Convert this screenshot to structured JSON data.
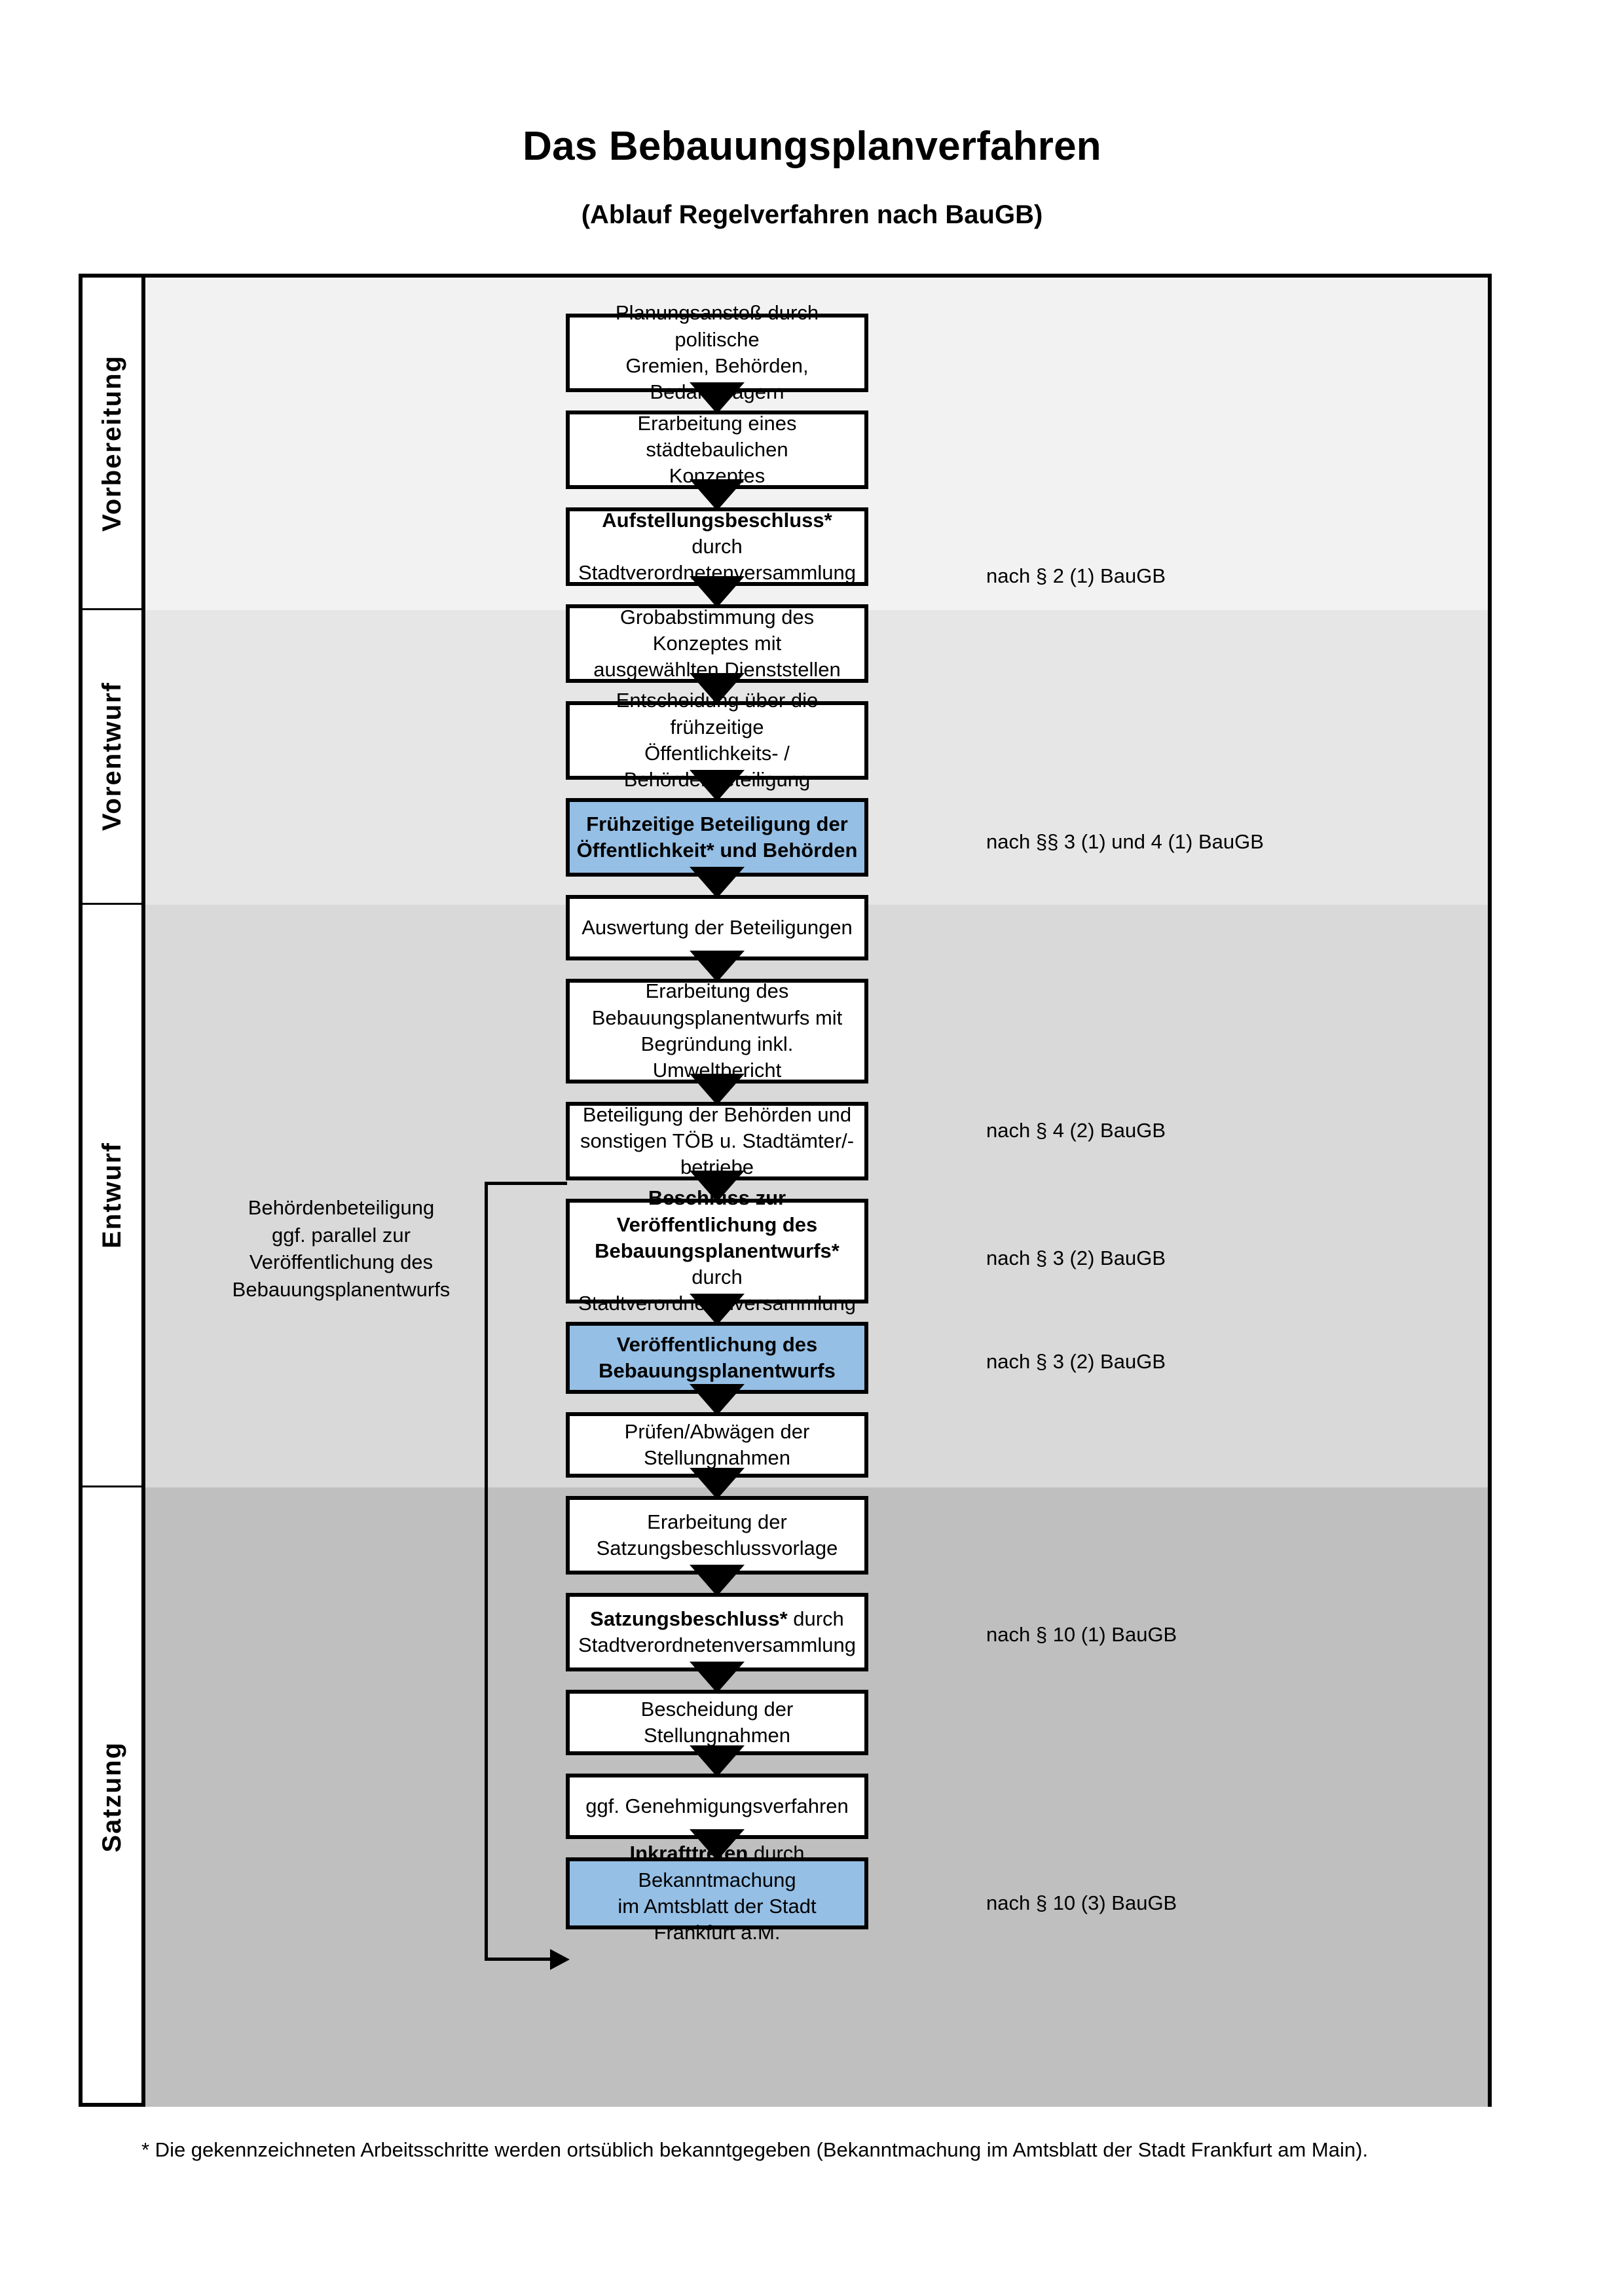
{
  "document": {
    "title": "Das Bebauungsplanverfahren",
    "subtitle": "(Ablauf Regelverfahren nach BauGB)",
    "footnote": "* Die gekennzeichneten Arbeitsschritte werden ortsüblich bekanntgegeben (Bekanntmachung im Amtsblatt  der Stadt Frankfurt am Main)."
  },
  "colors": {
    "highlight_blue": "#95BFE5",
    "band_vorbereitung": "#F2F2F2",
    "band_vorentwurf": "#E6E6E6",
    "band_entwurf": "#D9D9D9",
    "band_satzung": "#BFBFBF",
    "outline": "#000000"
  },
  "phases": [
    {
      "id": "vorbereitung",
      "label": "Vorbereitung",
      "band_color": "#F2F2F2"
    },
    {
      "id": "vorentwurf",
      "label": "Vorentwurf",
      "band_color": "#E6E6E6"
    },
    {
      "id": "entwurf",
      "label": "Entwurf",
      "band_color": "#D9D9D9"
    },
    {
      "id": "satzung",
      "label": "Satzung",
      "band_color": "#BFBFBF"
    }
  ],
  "steps": [
    {
      "id": "planungsanstoss",
      "phase": "vorbereitung",
      "highlight": false,
      "lines": [
        "Planungsanstoß durch politische",
        "Gremien, Behörden, Bedarfsträgern"
      ]
    },
    {
      "id": "staedtebau-konzept",
      "phase": "vorbereitung",
      "highlight": false,
      "lines": [
        "Erarbeitung eines städtebaulichen",
        "Konzeptes"
      ]
    },
    {
      "id": "aufstellungsbeschluss",
      "phase": "vorbereitung",
      "highlight": false,
      "bold_prefix": "Aufstellungsbeschluss*",
      "lines": [
        "Aufstellungsbeschluss* durch",
        "Stadtverordnetenversammlung"
      ]
    },
    {
      "id": "grobabstimmung",
      "phase": "vorentwurf",
      "highlight": false,
      "lines": [
        "Grobabstimmung des Konzeptes mit",
        "ausgewählten Dienststellen"
      ]
    },
    {
      "id": "entscheidung-fruehzeitig",
      "phase": "vorentwurf",
      "highlight": false,
      "lines": [
        "Entscheidung über die frühzeitige",
        "Öffentlichkeits- / Behördenbeteiligung"
      ]
    },
    {
      "id": "fruehzeitige-beteiligung",
      "phase": "vorentwurf",
      "highlight": true,
      "bold": true,
      "lines": [
        "Frühzeitige Beteiligung der",
        "Öffentlichkeit* und Behörden"
      ]
    },
    {
      "id": "auswertung",
      "phase": "entwurf",
      "highlight": false,
      "lines": [
        "Auswertung der Beteiligungen"
      ]
    },
    {
      "id": "erarbeitung-entwurf",
      "phase": "entwurf",
      "highlight": false,
      "lines": [
        "Erarbeitung des",
        "Bebauungsplanentwurfs mit",
        "Begründung inkl. Umweltbericht"
      ]
    },
    {
      "id": "beteiligung-behoerden",
      "phase": "entwurf",
      "highlight": false,
      "lines": [
        "Beteiligung der Behörden und",
        "sonstigen TÖB u. Stadtämter/-betriebe"
      ]
    },
    {
      "id": "beschluss-veroeffentlichung",
      "phase": "entwurf",
      "highlight": false,
      "bold_prefix": "Beschluss zur Veröffentlichung des Bebauungsplanentwurfs*",
      "lines": [
        "Beschluss zur Veröffentlichung des",
        "Bebauungsplanentwurfs* durch",
        "Stadtverordnetenversammlung"
      ]
    },
    {
      "id": "veroeffentlichung",
      "phase": "entwurf",
      "highlight": true,
      "bold": true,
      "lines": [
        "Veröffentlichung des",
        "Bebauungsplanentwurfs"
      ]
    },
    {
      "id": "pruefen-abwaegen",
      "phase": "satzung",
      "highlight": false,
      "lines": [
        "Prüfen/Abwägen der Stellungnahmen"
      ]
    },
    {
      "id": "erarbeitung-satzungsvorlage",
      "phase": "satzung",
      "highlight": false,
      "lines": [
        "Erarbeitung der",
        "Satzungsbeschlussvorlage"
      ]
    },
    {
      "id": "satzungsbeschluss",
      "phase": "satzung",
      "highlight": false,
      "bold_prefix": "Satzungsbeschluss*",
      "lines": [
        "Satzungsbeschluss* durch",
        "Stadtverordnetenversammlung"
      ]
    },
    {
      "id": "bescheidung",
      "phase": "satzung",
      "highlight": false,
      "lines": [
        "Bescheidung der Stellungnahmen"
      ]
    },
    {
      "id": "genehmigungsverfahren",
      "phase": "satzung",
      "highlight": false,
      "lines": [
        "ggf. Genehmigungsverfahren"
      ]
    },
    {
      "id": "inkrafttreten",
      "phase": "satzung",
      "highlight": true,
      "bold_prefix": "Inkrafttreten",
      "lines": [
        "Inkrafttreten durch Bekanntmachung",
        "im Amtsblatt der Stadt Frankfurt a.M."
      ]
    }
  ],
  "legal_notes": [
    {
      "id": "note-par2",
      "text": "nach § 2 (1) BauGB",
      "for_step": "aufstellungsbeschluss"
    },
    {
      "id": "note-par3-4-1",
      "text": "nach §§ 3 (1) und 4 (1) BauGB",
      "for_step": "fruehzeitige-beteiligung"
    },
    {
      "id": "note-par4-2",
      "text": "nach § 4 (2) BauGB",
      "for_step": "beteiligung-behoerden"
    },
    {
      "id": "note-par3-2-a",
      "text": "nach § 3 (2) BauGB",
      "for_step": "beschluss-veroeffentlichung"
    },
    {
      "id": "note-par3-2-b",
      "text": "nach § 3 (2) BauGB",
      "for_step": "veroeffentlichung"
    },
    {
      "id": "note-par10-1",
      "text": "nach § 10 (1) BauGB",
      "for_step": "satzungsbeschluss"
    },
    {
      "id": "note-par10-3",
      "text": "nach § 10 (3) BauGB",
      "for_step": "inkrafttreten"
    }
  ],
  "side_note": {
    "id": "behoerdenbeteiligung-note",
    "lines": [
      "Behördenbeteiligung",
      "ggf. parallel zur",
      "Veröffentlichung des",
      "Bebauungsplanentwurfs"
    ]
  }
}
